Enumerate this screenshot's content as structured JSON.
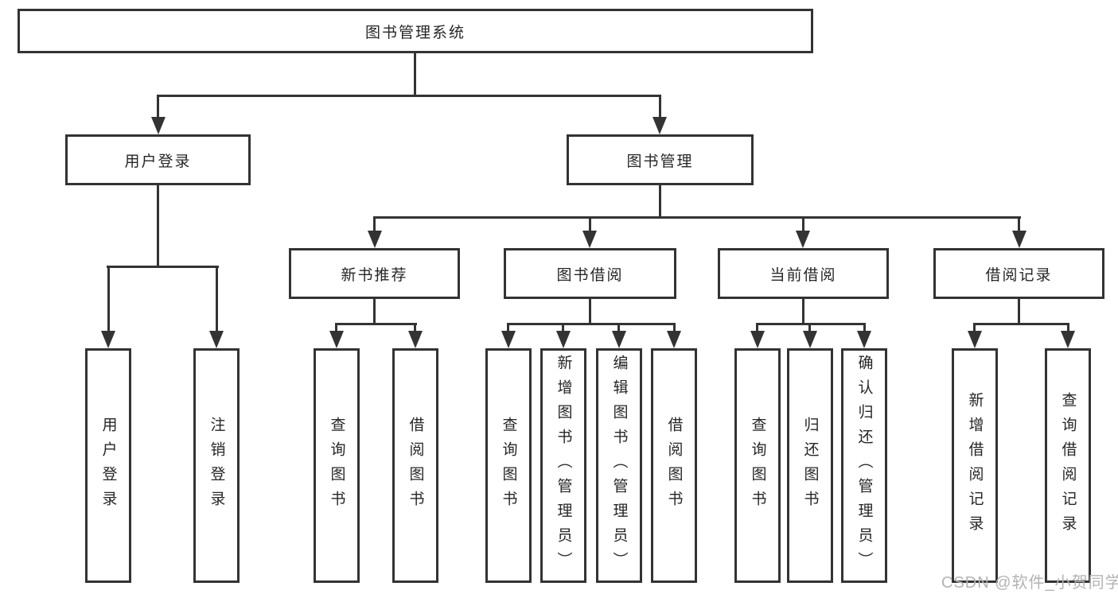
{
  "diagram": {
    "title": "图书管理系统",
    "level2": [
      {
        "label": "用户登录"
      },
      {
        "label": "图书管理"
      }
    ],
    "level3": [
      {
        "label": "新书推荐"
      },
      {
        "label": "图书借阅"
      },
      {
        "label": "当前借阅"
      },
      {
        "label": "借阅记录"
      }
    ],
    "leaves": {
      "user_login": [
        {
          "label": "用户登录"
        },
        {
          "label": "注销登录"
        }
      ],
      "new_book": [
        {
          "label": "查询图书"
        },
        {
          "label": "借阅图书"
        }
      ],
      "book_borrow": [
        {
          "label": "查询图书"
        },
        {
          "label": "新增图书（管理员）"
        },
        {
          "label": "编辑图书（管理员）"
        },
        {
          "label": "借阅图书"
        }
      ],
      "current_borrow": [
        {
          "label": "查询图书"
        },
        {
          "label": "归还图书"
        },
        {
          "label": "确认归还（管理员）"
        }
      ],
      "borrow_record": [
        {
          "label": "新增借阅记录"
        },
        {
          "label": "查询借阅记录"
        }
      ]
    },
    "watermark": "CSDN @软件_小贺同学",
    "colors": {
      "line": "#333333",
      "text": "#262626",
      "watermark": "#b3b3b3",
      "background": "#ffffff"
    }
  }
}
